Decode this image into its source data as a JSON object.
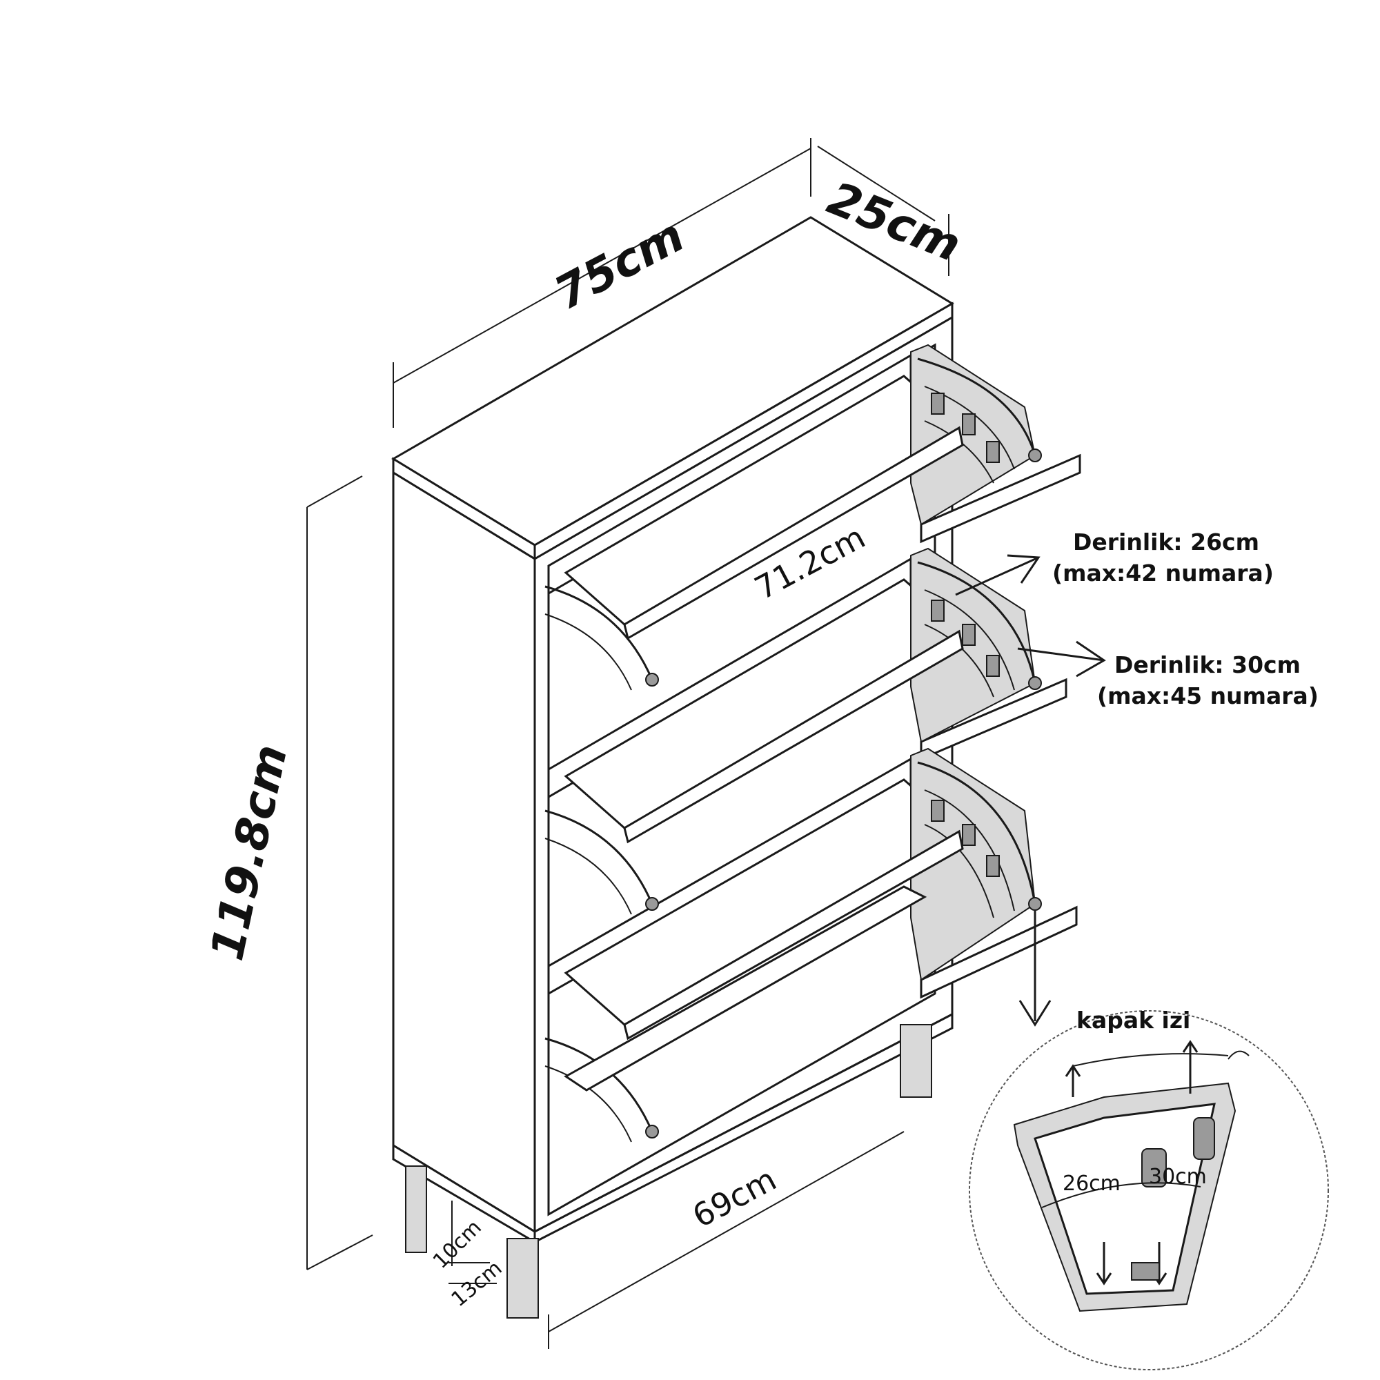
{
  "dimensions": {
    "depth": "25cm",
    "width": "75cm",
    "height": "119.8cm",
    "inner_width": "71.2cm",
    "bottom_width": "69cm",
    "leg_height": "10cm",
    "leg_depth": "13cm"
  },
  "notes": {
    "shallow_depth": "Derinlik: 26cm",
    "shallow_max": "(max:42 numara)",
    "deep_depth": "Derinlik: 30cm",
    "deep_max": "(max:45 numara)"
  },
  "inset": {
    "title": "kapak izi",
    "label_26": "26cm",
    "label_30": "30cm"
  },
  "colors": {
    "line": "#1a1a1a",
    "panel": "#ffffff",
    "shade": "#d9d9d9"
  }
}
